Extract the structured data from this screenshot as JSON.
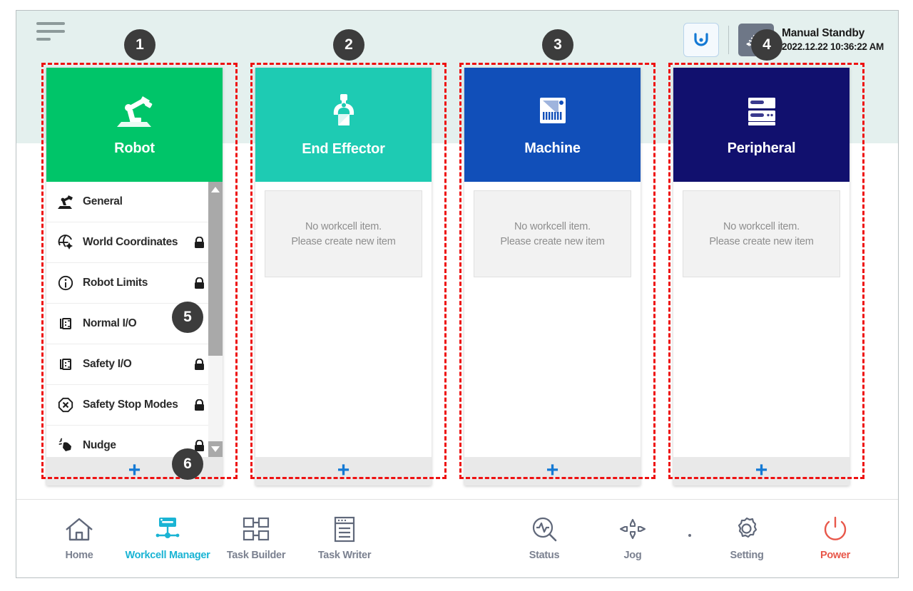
{
  "topbar": {
    "menu_icon": "hamburger-icon",
    "mode_icon": "cobot-arc-icon",
    "hand_icon": "manual-hand-icon",
    "status_title": "Manual Standby",
    "status_date": "2022.12.22 10:36:22 AM"
  },
  "cards": [
    {
      "id": "robot",
      "title": "Robot",
      "icon": "robot-arm-icon",
      "color": "#00c569",
      "add_label": "+",
      "empty": null
    },
    {
      "id": "end-effector",
      "title": "End Effector",
      "icon": "gripper-icon",
      "color": "#1ecbb3",
      "add_label": "+",
      "empty": {
        "line1": "No workcell item.",
        "line2": "Please create new item"
      }
    },
    {
      "id": "machine",
      "title": "Machine",
      "icon": "machine-icon",
      "color": "#114fb9",
      "add_label": "+",
      "empty": {
        "line1": "No workcell item.",
        "line2": "Please create new item"
      }
    },
    {
      "id": "peripheral",
      "title": "Peripheral",
      "icon": "server-rack-icon",
      "color": "#11106e",
      "add_label": "+",
      "empty": {
        "line1": "No workcell item.",
        "line2": "Please create new item"
      }
    }
  ],
  "robot_menu": [
    {
      "label": "General",
      "icon": "robot-arm-icon",
      "locked": false
    },
    {
      "label": "World Coordinates",
      "icon": "globe-axis-icon",
      "locked": true
    },
    {
      "label": "Robot Limits",
      "icon": "limits-circle-icon",
      "locked": true
    },
    {
      "label": "Normal I/O",
      "icon": "io-port-icon",
      "locked": false
    },
    {
      "label": "Safety I/O",
      "icon": "io-port-icon",
      "locked": true
    },
    {
      "label": "Safety Stop Modes",
      "icon": "stop-octagon-icon",
      "locked": true
    },
    {
      "label": "Nudge",
      "icon": "hand-nudge-icon",
      "locked": true
    }
  ],
  "bottom_nav": {
    "left": [
      {
        "label": "Home",
        "icon": "home-icon",
        "active": false
      },
      {
        "label": "Workcell Manager",
        "icon": "workcell-node-icon",
        "active": true
      },
      {
        "label": "Task Builder",
        "icon": "task-builder-icon",
        "active": false
      },
      {
        "label": "Task Writer",
        "icon": "task-writer-icon",
        "active": false
      }
    ],
    "right": [
      {
        "label": "Status",
        "icon": "status-scope-icon",
        "kind": "normal"
      },
      {
        "label": "Jog",
        "icon": "jog-dpad-icon",
        "kind": "normal"
      },
      {
        "label": "Setting",
        "icon": "gear-icon",
        "kind": "normal"
      },
      {
        "label": "Power",
        "icon": "power-icon",
        "kind": "power"
      }
    ]
  },
  "annotations": [
    {
      "number": "1"
    },
    {
      "number": "2"
    },
    {
      "number": "3"
    },
    {
      "number": "4"
    },
    {
      "number": "5"
    },
    {
      "number": "6"
    }
  ],
  "colors": {
    "accent_blue": "#1479d4",
    "active_nav": "#1ab4d4",
    "power_red": "#e8574a",
    "annotation_red": "#ee1111",
    "topbar_bg": "#e4f0ee"
  }
}
